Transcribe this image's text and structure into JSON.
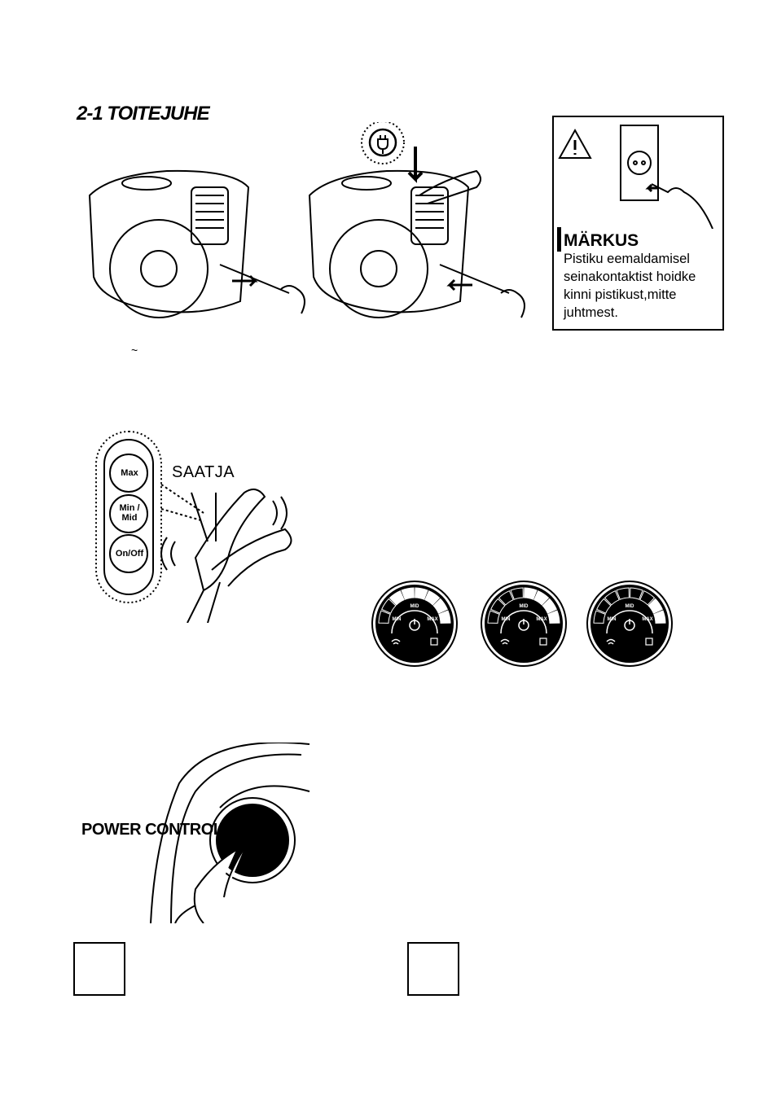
{
  "section": {
    "title": "2-1 TOITEJUHE"
  },
  "note": {
    "title": "MÄRKUS",
    "lines": [
      "Pistiku eemaldamisel",
      "seinakontaktist hoidke",
      "kinni pistikust,mitte",
      "juhtmest."
    ]
  },
  "misc": {
    "tilde": "~"
  },
  "remote": {
    "label": "SAATJA",
    "buttons": [
      {
        "line1": "Max",
        "line2": ""
      },
      {
        "line1": "Min /",
        "line2": "Mid"
      },
      {
        "line1": "On/Off",
        "line2": ""
      }
    ]
  },
  "dials": {
    "labels": [
      "MIN",
      "MID",
      "MAX"
    ],
    "filled_segments": [
      2,
      4,
      6
    ]
  },
  "power": {
    "label": "POWER CONTROL"
  },
  "icons": [
    "warning-icon",
    "plug-icon",
    "wifi-icon",
    "filter-icon",
    "power-icon"
  ]
}
